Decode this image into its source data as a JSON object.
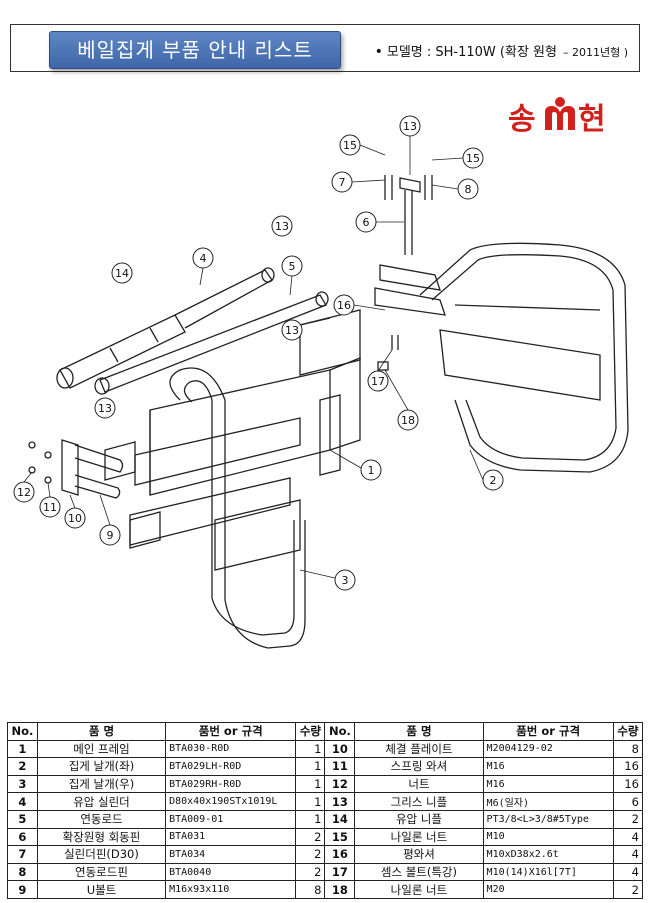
{
  "header": {
    "title": "베일집게 부품 안내 리스트",
    "model_label": "모델명 : SH-110W (확장 원형",
    "model_year": "– 2011년형 )"
  },
  "logo": {
    "chars": [
      "송",
      "현"
    ],
    "colors": {
      "primary": "#d0211c"
    }
  },
  "callouts": [
    "1",
    "2",
    "3",
    "4",
    "5",
    "6",
    "7",
    "8",
    "9",
    "10",
    "11",
    "12",
    "13",
    "14",
    "15",
    "16",
    "17",
    "18"
  ],
  "table": {
    "headers": [
      "No.",
      "품 명",
      "품번 or 규격",
      "수량",
      "No.",
      "품 명",
      "품번 or 규격",
      "수량"
    ],
    "left": [
      {
        "no": "1",
        "name": "메인 프레임",
        "spec": "BTA030-R0D",
        "qty": "1"
      },
      {
        "no": "2",
        "name": "집게 날개(좌)",
        "spec": "BTA029LH-R0D",
        "qty": "1"
      },
      {
        "no": "3",
        "name": "집게 날개(우)",
        "spec": "BTA029RH-R0D",
        "qty": "1"
      },
      {
        "no": "4",
        "name": "유압 실린더",
        "spec": "D80x40x190STx1019L",
        "qty": "1"
      },
      {
        "no": "5",
        "name": "연동로드",
        "spec": "BTA009-01",
        "qty": "1"
      },
      {
        "no": "6",
        "name": "확장원형 회동핀",
        "spec": "BTA031",
        "qty": "2"
      },
      {
        "no": "7",
        "name": "실린더핀(D30)",
        "spec": "BTA034",
        "qty": "2"
      },
      {
        "no": "8",
        "name": "연동로드핀",
        "spec": "BTA0040",
        "qty": "2"
      },
      {
        "no": "9",
        "name": "U볼트",
        "spec": "M16x93x110",
        "qty": "8"
      }
    ],
    "right": [
      {
        "no": "10",
        "name": "체결 플레이트",
        "spec": "M2004129-02",
        "qty": "8"
      },
      {
        "no": "11",
        "name": "스프링 와셔",
        "spec": "M16",
        "qty": "16"
      },
      {
        "no": "12",
        "name": "너트",
        "spec": "M16",
        "qty": "16"
      },
      {
        "no": "13",
        "name": "그리스 니플",
        "spec": "M6(일자)",
        "qty": "6"
      },
      {
        "no": "14",
        "name": "유압 니플",
        "spec": "PT3/8<L>3/8#5Type",
        "qty": "2"
      },
      {
        "no": "15",
        "name": "나일론 너트",
        "spec": "M10",
        "qty": "4"
      },
      {
        "no": "16",
        "name": "평와셔",
        "spec": "M10xD38x2.6t",
        "qty": "4"
      },
      {
        "no": "17",
        "name": "셈스 볼트(특강)",
        "spec": "M10(14)X16l[7T]",
        "qty": "4"
      },
      {
        "no": "18",
        "name": "나일론 너트",
        "spec": "M20",
        "qty": "2"
      }
    ]
  }
}
